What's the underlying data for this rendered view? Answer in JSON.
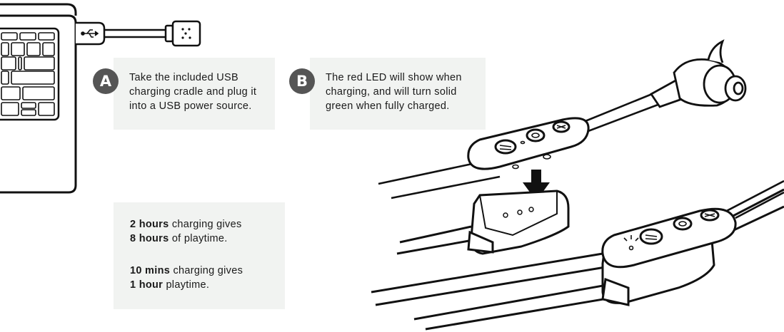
{
  "step_a": {
    "badge": "A",
    "text": "Take the included USB charging cradle and plug it into a USB power source."
  },
  "step_b": {
    "badge": "B",
    "text": "The red LED will show when charging, and will turn solid green when fully charged."
  },
  "charge_info": {
    "line1_bold": "2 hours",
    "line1_rest": " charging gives",
    "line2_bold": "8 hours",
    "line2_rest": " of playtime.",
    "line3_bold": "10 mins",
    "line3_rest": " charging gives",
    "line4_bold": "1 hour",
    "line4_rest": " playtime."
  },
  "colors": {
    "panel": "#f1f3f1",
    "badge": "#555555",
    "ink": "#1a1a1a"
  },
  "icons": {
    "usb": "usb-icon",
    "arrow": "down-arrow-icon",
    "led": "led-light-icon"
  }
}
